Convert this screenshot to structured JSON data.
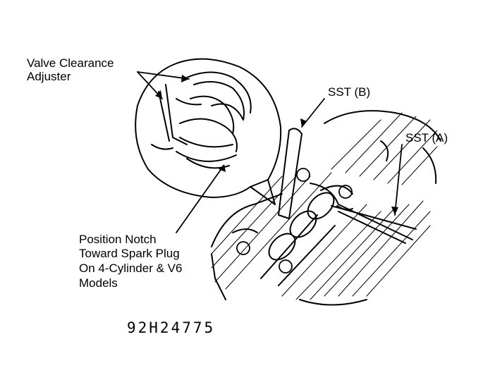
{
  "labels": {
    "adjuster": [
      "Valve Clearance",
      "Adjuster"
    ],
    "sst_b": "SST (B)",
    "sst_a": "SST (A)",
    "notch": [
      "Position Notch",
      "Toward Spark Plug",
      "On 4-Cylinder & V6",
      "Models"
    ]
  },
  "figure_number": "92H24775"
}
